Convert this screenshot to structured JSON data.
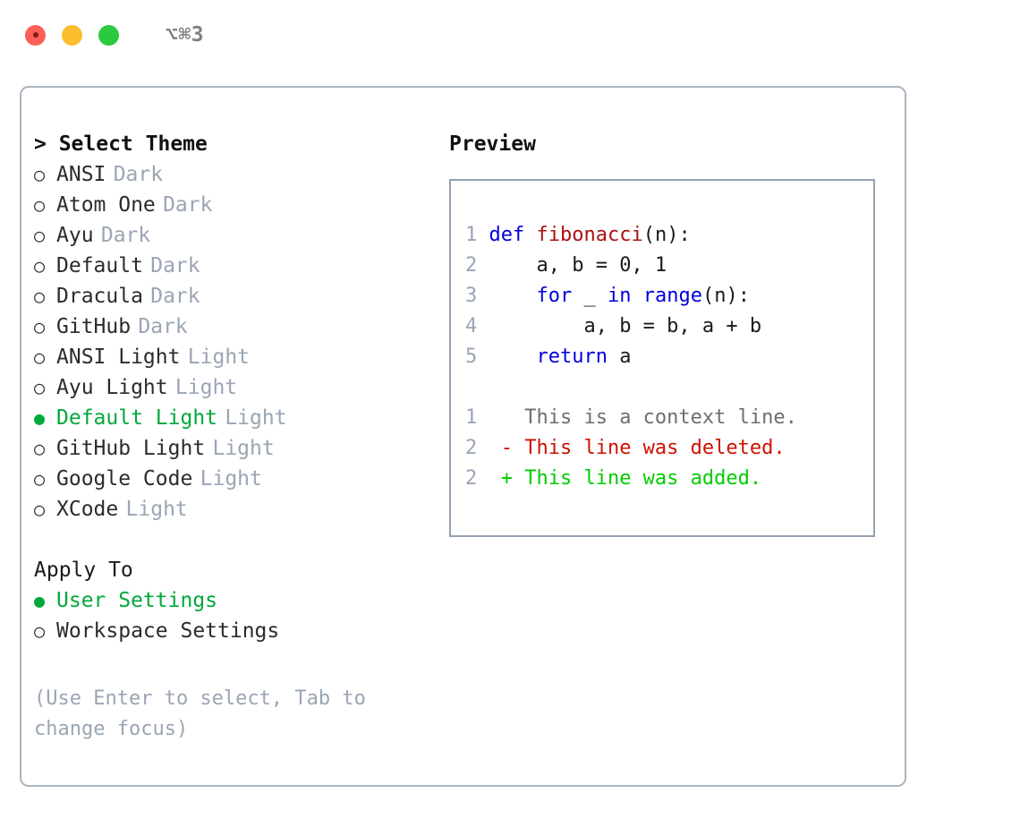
{
  "window": {
    "shortcut": "⌥⌘3",
    "traffic_lights": [
      "close-button",
      "minimize-button",
      "maximize-button"
    ],
    "colors": {
      "close": "#fc5f57",
      "minimize": "#fcbd2e",
      "maximize": "#2cc93f",
      "selection_green": "#00a83c",
      "muted": "#9aa5b5",
      "panel_border": "#aab4c2",
      "preview_border": "#94a0b0",
      "keyword_blue": "#0000dd",
      "function_red": "#aa1111",
      "diff_delete": "#cc1100",
      "diff_add": "#00cc00"
    }
  },
  "theme_list": {
    "header": "> Select Theme",
    "items": [
      {
        "bullet": "○",
        "label": "ANSI",
        "suffix": "Dark",
        "selected": false
      },
      {
        "bullet": "○",
        "label": "Atom One",
        "suffix": "Dark",
        "selected": false
      },
      {
        "bullet": "○",
        "label": "Ayu",
        "suffix": "Dark",
        "selected": false
      },
      {
        "bullet": "○",
        "label": "Default",
        "suffix": "Dark",
        "selected": false
      },
      {
        "bullet": "○",
        "label": "Dracula",
        "suffix": "Dark",
        "selected": false
      },
      {
        "bullet": "○",
        "label": "GitHub",
        "suffix": "Dark",
        "selected": false
      },
      {
        "bullet": "○",
        "label": "ANSI Light",
        "suffix": "Light",
        "selected": false
      },
      {
        "bullet": "○",
        "label": "Ayu Light",
        "suffix": "Light",
        "selected": false
      },
      {
        "bullet": "●",
        "label": "Default Light",
        "suffix": "Light",
        "selected": true
      },
      {
        "bullet": "○",
        "label": "GitHub Light",
        "suffix": "Light",
        "selected": false
      },
      {
        "bullet": "○",
        "label": "Google Code",
        "suffix": "Light",
        "selected": false
      },
      {
        "bullet": "○",
        "label": "XCode",
        "suffix": "Light",
        "selected": false
      }
    ]
  },
  "apply_to": {
    "header": "Apply To",
    "items": [
      {
        "bullet": "●",
        "label": "User Settings",
        "suffix": "",
        "selected": true
      },
      {
        "bullet": "○",
        "label": "Workspace Settings",
        "suffix": "",
        "selected": false
      }
    ]
  },
  "hint": "(Use Enter to select, Tab to change focus)",
  "preview": {
    "title": "Preview",
    "code_lines": [
      {
        "num": "1",
        "segments": [
          {
            "t": " def ",
            "c": "kw"
          },
          {
            "t": "fibonacci",
            "c": "fn"
          },
          {
            "t": "(n):",
            "c": "pl"
          }
        ]
      },
      {
        "num": "2",
        "segments": [
          {
            "t": "     a, b = 0, 1",
            "c": "pl"
          }
        ]
      },
      {
        "num": "3",
        "segments": [
          {
            "t": "     ",
            "c": "pl"
          },
          {
            "t": "for",
            "c": "kw"
          },
          {
            "t": " _ ",
            "c": "pl"
          },
          {
            "t": "in",
            "c": "kw"
          },
          {
            "t": " ",
            "c": "pl"
          },
          {
            "t": "range",
            "c": "kw"
          },
          {
            "t": "(n):",
            "c": "pl"
          }
        ]
      },
      {
        "num": "4",
        "segments": [
          {
            "t": "         a, b = b, a + b",
            "c": "pl"
          }
        ]
      },
      {
        "num": "5",
        "segments": [
          {
            "t": "     ",
            "c": "pl"
          },
          {
            "t": "return",
            "c": "kw"
          },
          {
            "t": " a",
            "c": "pl"
          }
        ]
      }
    ],
    "diff_lines": [
      {
        "num": "1",
        "marker": "  ",
        "text": "This is a context line.",
        "kind": "ctx"
      },
      {
        "num": "2",
        "marker": "- ",
        "text": "This line was deleted.",
        "kind": "del"
      },
      {
        "num": "2",
        "marker": "+ ",
        "text": "This line was added.",
        "kind": "add"
      }
    ]
  }
}
